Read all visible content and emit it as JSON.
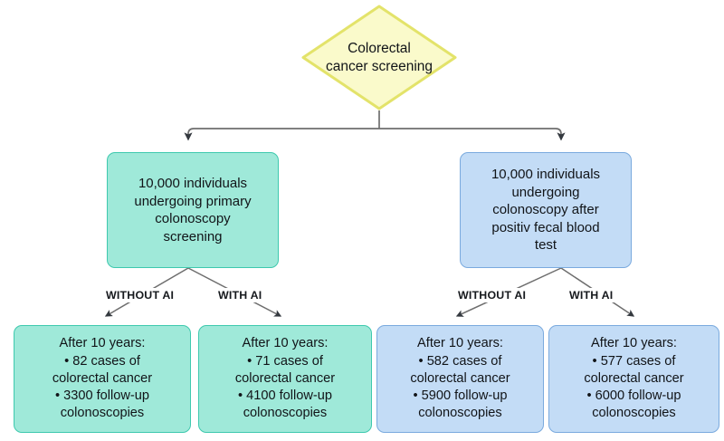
{
  "diagram": {
    "type": "flowchart",
    "background_color": "#ffffff",
    "root": {
      "id": "root",
      "shape": "diamond",
      "label": "Colorectal\ncancer screening",
      "fill": "#fafacb",
      "stroke": "#e3e36a"
    },
    "branches": [
      {
        "id": "primary-colonoscopy",
        "shape": "rounded-rectangle",
        "label": "10,000 individuals\nundergoing primary\ncolonoscopy\nscreening",
        "fill": "#9fe9d9",
        "stroke": "#3ec9ae",
        "children": [
          {
            "id": "primary-without-ai",
            "edge_label": "WITHOUT AI",
            "label": "After 10 years:\n• 82 cases of\ncolorectal cancer\n• 3300 follow-up\ncolonoscopies",
            "fill": "#9fe9d9",
            "stroke": "#3ec9ae",
            "metrics": {
              "follow_up_years": 10,
              "colorectal_cancer_cases": 82,
              "follow_up_colonoscopies": 3300
            }
          },
          {
            "id": "primary-with-ai",
            "edge_label": "WITH AI",
            "label": "After 10 years:\n• 71 cases of\ncolorectal cancer\n• 4100 follow-up\ncolonoscopies",
            "fill": "#9fe9d9",
            "stroke": "#3ec9ae",
            "metrics": {
              "follow_up_years": 10,
              "colorectal_cancer_cases": 71,
              "follow_up_colonoscopies": 4100
            }
          }
        ]
      },
      {
        "id": "fit-positive-colonoscopy",
        "shape": "rounded-rectangle",
        "label": "10,000 individuals\nundergoing\ncolonoscopy after\npositiv fecal blood\ntest",
        "fill": "#c3dcf6",
        "stroke": "#7aaade",
        "children": [
          {
            "id": "fit-without-ai",
            "edge_label": "WITHOUT AI",
            "label": "After 10 years:\n• 582 cases of\ncolorectal cancer\n• 5900 follow-up\ncolonoscopies",
            "fill": "#c3dcf6",
            "stroke": "#7aaade",
            "metrics": {
              "follow_up_years": 10,
              "colorectal_cancer_cases": 582,
              "follow_up_colonoscopies": 5900
            }
          },
          {
            "id": "fit-with-ai",
            "edge_label": "WITH AI",
            "label": "After 10 years:\n• 577 cases of\ncolorectal cancer\n• 6000 follow-up\ncolonoscopies",
            "fill": "#c3dcf6",
            "stroke": "#7aaade",
            "metrics": {
              "follow_up_years": 10,
              "colorectal_cancer_cases": 577,
              "follow_up_colonoscopies": 6000
            }
          }
        ]
      }
    ],
    "connector_color": "#6e6e6e",
    "arrowhead_color": "#34393f"
  }
}
